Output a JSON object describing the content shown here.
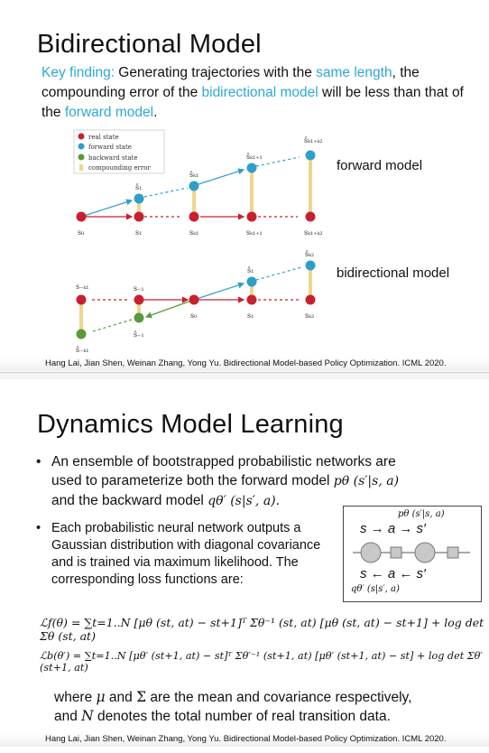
{
  "slide1": {
    "title": "Bidirectional Model",
    "finding": {
      "lead": "Key finding:",
      "t1": " Generating trajectories with the ",
      "h1": "same length",
      "t2": ", the compounding error of the ",
      "h2": "bidirectional model",
      "t3": " will be less than that of the ",
      "h3": "forward model",
      "t4": "."
    },
    "legend": [
      "real state",
      "forward state",
      "backward state",
      "compounding error"
    ],
    "forward_label": "forward model",
    "bidirectional_label": "bidirectional model",
    "reference": "Hang Lai, Jian Shen, Weinan Zhang, Yong Yu. Bidirectional Model-based Policy Optimization. ICML 2020."
  },
  "slide2": {
    "title": "Dynamics Model Learning",
    "bullet1": {
      "l1": "An ensemble of bootstrapped probabilistic networks are",
      "l2": "used to parameterize both the forward model ",
      "l2m": "pθ (s′|s, a)",
      "l3": "and the backward model ",
      "l3m": "qθ′ (s|s′, a).",
      "l3end": ""
    },
    "bullet2": [
      "Each probabilistic neural network outputs a",
      "Gaussian distribution with diagonal covariance",
      "and is trained via maximum likelihood. The",
      "corresponding loss functions are:"
    ],
    "box": {
      "top_math": "pθ (s′|s, a)",
      "top_arrow": "s → a → s′",
      "bottom_arrow": "s ← a ← s′",
      "bottom_math": "qθ′ (s|s′, a)"
    },
    "eq1": "ℒf(θ) = ∑t=1..N [μθ (st, at) − st+1]ᵀ Σθ⁻¹ (st, at) [μθ (st, at) − st+1] + log det Σθ (st, at)",
    "eq2": "ℒb(θ′) = ∑t=1..N [μθ′ (st+1, at) − st]ᵀ Σθ′⁻¹ (st+1, at) [μθ′ (st+1, at) − st] + log det Σθ′ (st+1, at)",
    "where1a": "where ",
    "mu": "μ",
    "where1b": " and ",
    "sigma": "Σ",
    "where1c": " are the mean and covariance respectively,",
    "where2a": "and ",
    "N": "N",
    "where2b": " denotes the total number of real transition data.",
    "reference": "Hang Lai, Jian Shen, Weinan Zhang, Yong Yu. Bidirectional Model-based Policy Optimization. ICML 2020."
  },
  "colors": {
    "accent": "#2ea8d8",
    "real_state": "#c8202e",
    "forward_state": "#2f9fc9",
    "backward_state": "#5b9a3c",
    "compounding_error": "#f2d58a"
  }
}
